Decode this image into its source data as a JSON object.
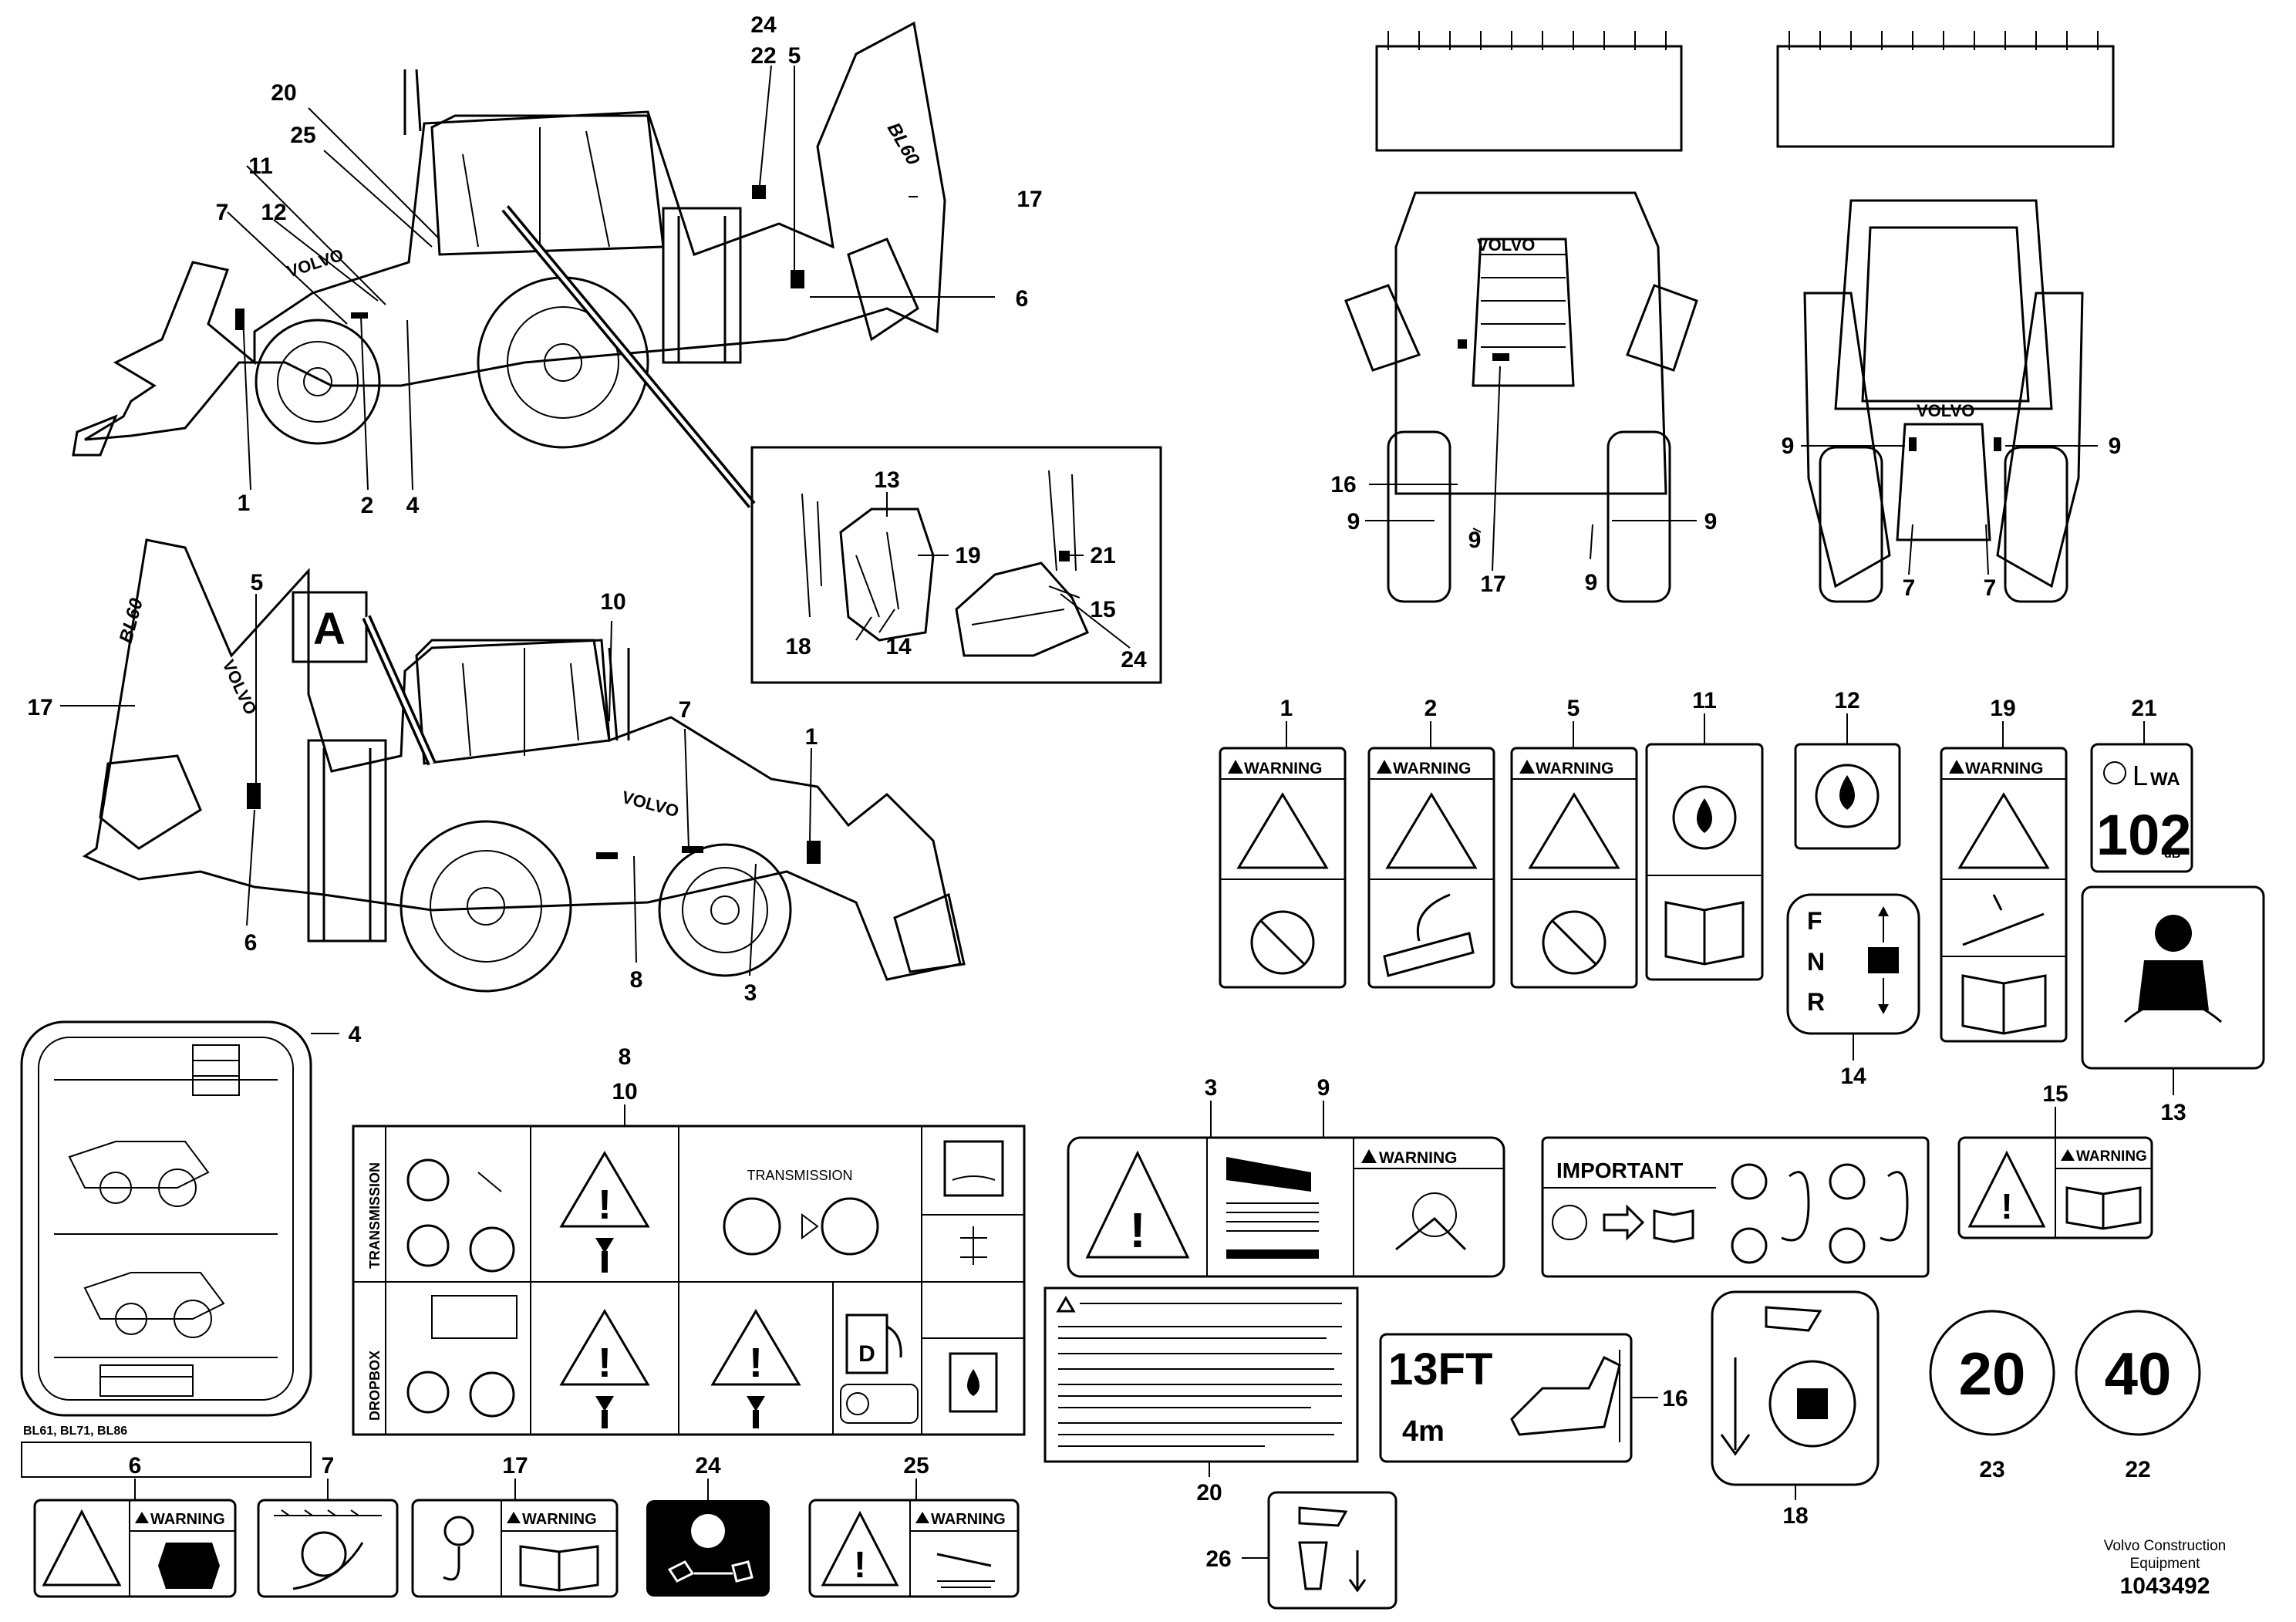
{
  "callouts": {
    "n1": "1",
    "n2": "2",
    "n3": "3",
    "n4": "4",
    "n5": "5",
    "n6": "6",
    "n7": "7",
    "n8": "8",
    "n9": "9",
    "n10": "10",
    "n11": "11",
    "n12": "12",
    "n13": "13",
    "n14": "14",
    "n15": "15",
    "n16": "16",
    "n17": "17",
    "n18": "18",
    "n19": "19",
    "n20": "20",
    "n21": "21",
    "n22": "22",
    "n23": "23",
    "n24": "24",
    "n25": "25",
    "n26": "26"
  },
  "detail_label": "A",
  "machine_brand": "VOLVO",
  "machine_model": "BL60",
  "decals": {
    "warning_word": "WARNING",
    "transmission": "TRANSMISSION",
    "dropbox": "DROPBOX",
    "important": "IMPORTANT",
    "fnr": [
      "F",
      "N",
      "R"
    ],
    "lwa_letter": "L",
    "lwa_sub": "WA",
    "lwa_value": "102",
    "lwa_unit": "dB",
    "height_ft": "13FT",
    "height_m": "4m",
    "speed_20": "20",
    "speed_40": "40",
    "fuel_letter": "D",
    "models_line": "BL61, BL71, BL86"
  },
  "credit": {
    "line1": "Volvo Construction",
    "line2": "Equipment",
    "part_number": "1043492"
  }
}
